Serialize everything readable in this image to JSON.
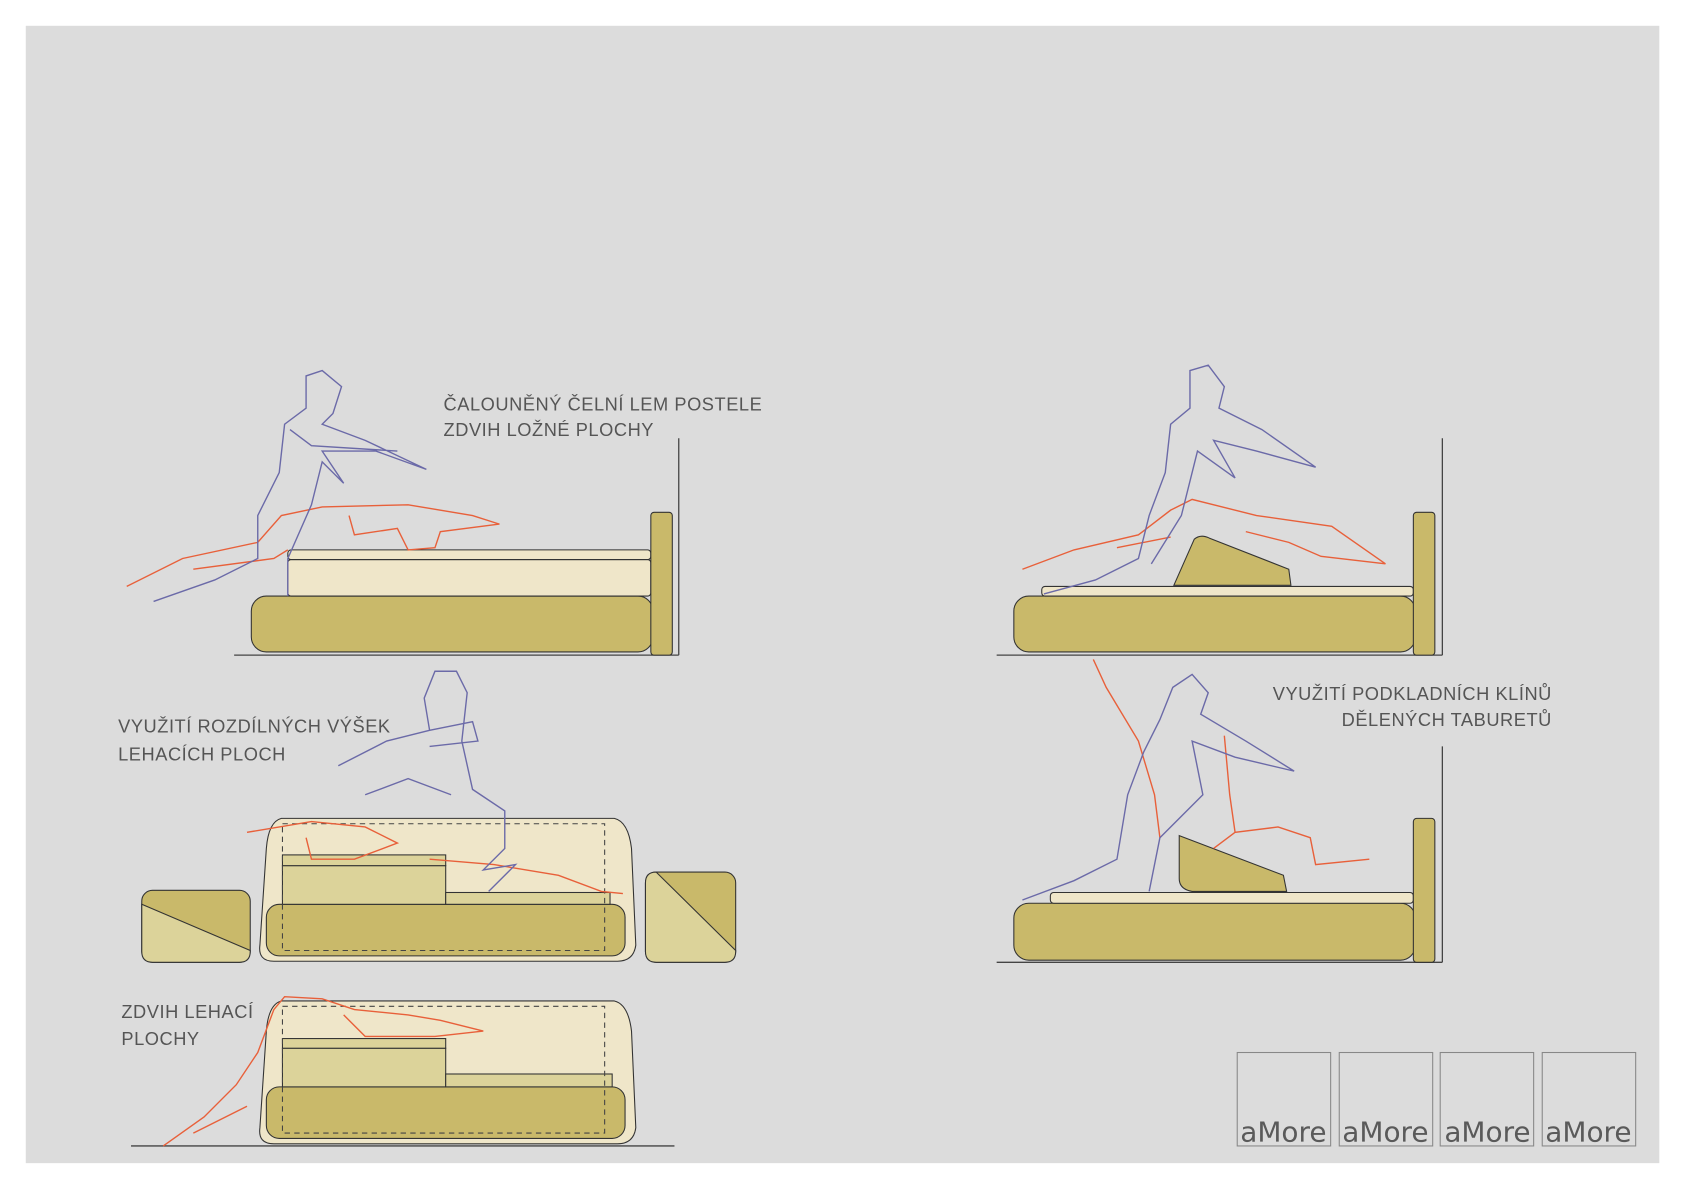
{
  "captions": {
    "top_left": [
      "ČALOUNĚNÝ ČELNÍ LEM POSTELE",
      "ZDVIH LOŽNÉ PLOCHY"
    ],
    "mid_left": [
      "VYUŽITÍ ROZDÍLNÝCH VÝŠEK",
      "LEHACÍCH PLOCH"
    ],
    "bottom_left": [
      "ZDVIH LEHACÍ",
      "PLOCHY"
    ],
    "mid_right": [
      "VYUŽITÍ PODKLADNÍCH KLÍNŮ",
      "DĚLENÝCH TABURETŮ"
    ]
  },
  "logos": [
    "aMore",
    "aMore",
    "aMore",
    "aMore"
  ],
  "colors": {
    "background": "#dcdcdc",
    "bed": "#c9b96a",
    "mattress": "#efe6c9",
    "figure_a": "#6b6aa8",
    "figure_b": "#e8603a"
  }
}
